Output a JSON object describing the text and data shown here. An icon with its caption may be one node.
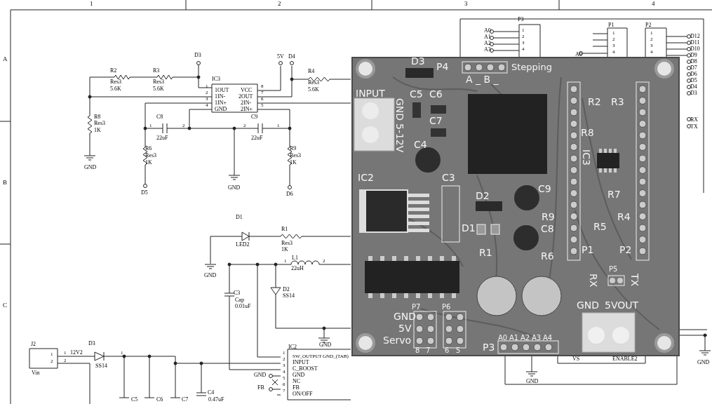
{
  "diagram": {
    "labels": [
      "1",
      "2",
      "3",
      "4",
      "A",
      "B",
      "C",
      "D3",
      "5V",
      "D4",
      "R2",
      "Res3",
      "5.6K",
      "R3",
      "Res3",
      "5.6K",
      "IC3",
      "R4",
      "Res3",
      "5.6K",
      "1",
      "2",
      "3",
      "4",
      "1OUT",
      "VCC",
      "1IN-",
      "2OUT",
      "1IN+",
      "2IN-",
      "GND",
      "2IN+",
      "8",
      "7",
      "6",
      "5",
      "R8",
      "Res3",
      "1K",
      "C8",
      "C9",
      "1",
      "2",
      "2",
      "1",
      "22uF",
      "22uF",
      "R6",
      "Res3",
      "1K",
      "R9",
      "Res3",
      "1K",
      "GND",
      "GND",
      "D5",
      "D6",
      "D1",
      "R1",
      "LED2",
      "Res3",
      "1K",
      "GND",
      "1",
      "L1",
      "2",
      "22uH",
      "C3",
      "Cap",
      "0.01uF",
      "D2",
      "SS14",
      "GND",
      "IC2",
      "1",
      "SW_OUTPUT",
      "GND_(TAB)",
      "2",
      "INPUT",
      "3",
      "C_BOOST",
      "GND",
      "4",
      "GND",
      "5",
      "NC",
      "FB",
      "6",
      "FB",
      "7",
      "ON/OFF",
      "J2",
      "1",
      "2",
      "Vin",
      "1",
      "2",
      "12V2",
      "D3",
      "SS14",
      "1",
      "C5",
      "C6",
      "C7",
      "C4",
      "0.47uF",
      "P3",
      "A0",
      "A1",
      "A2",
      "A3",
      "1",
      "2",
      "3",
      "4",
      "P1",
      "1",
      "2",
      "3",
      "4",
      "A0",
      "P2",
      "1",
      "2",
      "3",
      "4",
      "D12",
      "D11",
      "D10",
      "D9",
      "D8",
      "D7",
      "D6",
      "D5",
      "D4",
      "D3",
      "RX",
      "TX",
      "VS",
      "ENABLE2",
      "GND",
      "GND",
      "D3",
      "P4",
      "Stepping",
      "A _ B _",
      "INPUT",
      "C5",
      "C6",
      "C7",
      "C4",
      "GND",
      "5-12V",
      "IC2",
      "C3",
      "D2",
      "C9",
      "R9",
      "D1",
      "C8",
      "R1",
      "R6",
      "R2",
      "R3",
      "R8",
      "IC3",
      "R7",
      "R4",
      "R5",
      "P1",
      "P2",
      "P5",
      "RX",
      "TX",
      "P7",
      "P6",
      "GND",
      "5VOUT",
      "GND",
      "5V",
      "Servo",
      "8",
      "7",
      "6",
      "5",
      "A0",
      "A1",
      "A2",
      "A3",
      "A4",
      "P3"
    ]
  }
}
